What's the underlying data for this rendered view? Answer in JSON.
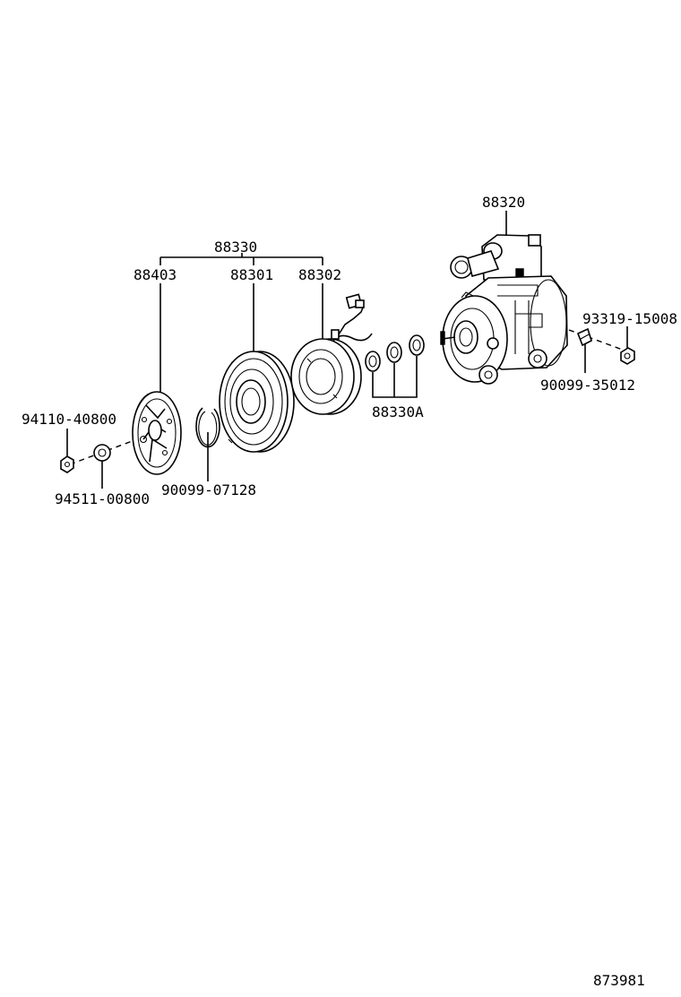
{
  "labels": {
    "assembly_88330": "88330",
    "compressor_88320": "88320",
    "plate_88403": "88403",
    "pulley_88301": "88301",
    "coil_88302": "88302",
    "shims_88330A": "88330A",
    "bolt_93319_15008": "93319-15008",
    "bracket_90099_35012": "90099-35012",
    "nut_94110_40800": "94110-40800",
    "washer_94511_00800": "94511-00800",
    "snapring_90099_07128": "90099-07128",
    "diagram_number": "873981"
  }
}
